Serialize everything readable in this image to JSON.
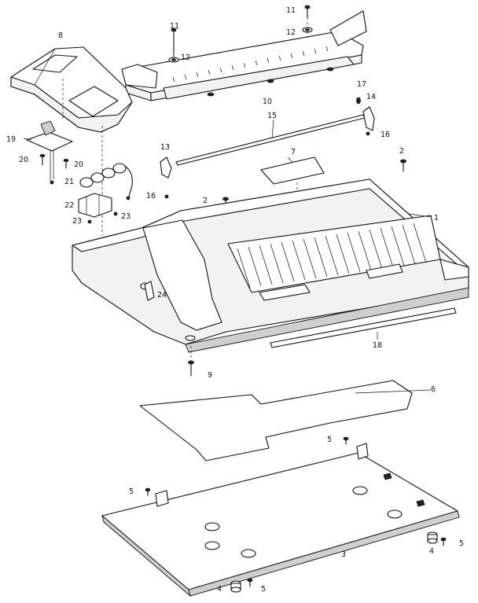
{
  "callouts": [
    {
      "id": "c1",
      "text": "1"
    },
    {
      "id": "c2a",
      "text": "2"
    },
    {
      "id": "c2b",
      "text": "2"
    },
    {
      "id": "c3",
      "text": "3"
    },
    {
      "id": "c4a",
      "text": "4"
    },
    {
      "id": "c4b",
      "text": "4"
    },
    {
      "id": "c5a",
      "text": "5"
    },
    {
      "id": "c5b",
      "text": "5"
    },
    {
      "id": "c5c",
      "text": "5"
    },
    {
      "id": "c5d",
      "text": "5"
    },
    {
      "id": "c6",
      "text": "6"
    },
    {
      "id": "c7",
      "text": "7"
    },
    {
      "id": "c8",
      "text": "8"
    },
    {
      "id": "c9",
      "text": "9"
    },
    {
      "id": "c10",
      "text": "10"
    },
    {
      "id": "c11a",
      "text": "11"
    },
    {
      "id": "c11b",
      "text": "11"
    },
    {
      "id": "c12a",
      "text": "12"
    },
    {
      "id": "c12b",
      "text": "12"
    },
    {
      "id": "c13",
      "text": "13"
    },
    {
      "id": "c14",
      "text": "14"
    },
    {
      "id": "c15",
      "text": "15"
    },
    {
      "id": "c16a",
      "text": "16"
    },
    {
      "id": "c16b",
      "text": "16"
    },
    {
      "id": "c17",
      "text": "17"
    },
    {
      "id": "c18",
      "text": "18"
    },
    {
      "id": "c19",
      "text": "19"
    },
    {
      "id": "c20a",
      "text": "20"
    },
    {
      "id": "c20b",
      "text": "20"
    },
    {
      "id": "c21",
      "text": "21"
    },
    {
      "id": "c22",
      "text": "22"
    },
    {
      "id": "c23a",
      "text": "23"
    },
    {
      "id": "c23b",
      "text": "23"
    },
    {
      "id": "c24",
      "text": "24"
    }
  ]
}
